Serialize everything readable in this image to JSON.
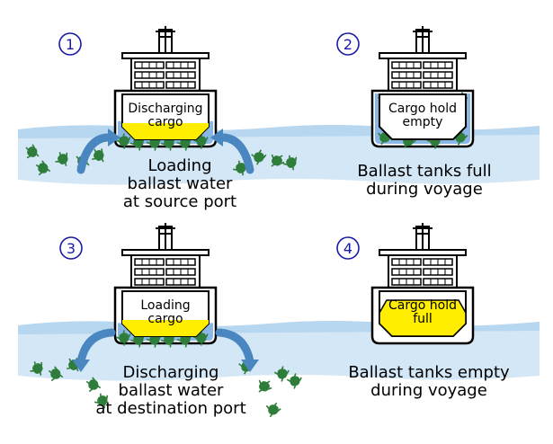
{
  "colors": {
    "water": "#d3e7f6",
    "water_top": "#b7d6f0",
    "ballast": "#8ab8e6",
    "cargo": "#ffee00",
    "organism": "#2e7d3a",
    "arrow": "#4a86bf",
    "step": "#1a1aa6",
    "outline": "#000000"
  },
  "panels": [
    {
      "step": "①",
      "hold_lines": [
        "Discharging",
        "cargo"
      ],
      "caption_lines": [
        "Loading",
        "ballast water",
        "at source port"
      ],
      "ballast": "filling",
      "cargo_level": "low",
      "arrows": "inward"
    },
    {
      "step": "②",
      "hold_lines": [
        "Cargo hold",
        "empty"
      ],
      "caption_lines": [
        "Ballast tanks full",
        "during voyage"
      ],
      "ballast": "full",
      "cargo_level": "empty",
      "arrows": "none"
    },
    {
      "step": "③",
      "hold_lines": [
        "Loading",
        "cargo"
      ],
      "caption_lines": [
        "Discharging",
        "ballast water",
        "at destination port"
      ],
      "ballast": "draining",
      "cargo_level": "low",
      "arrows": "outward"
    },
    {
      "step": "④",
      "hold_lines": [
        "Cargo hold",
        "full"
      ],
      "caption_lines": [
        "Ballast tanks empty",
        "during voyage"
      ],
      "ballast": "empty",
      "cargo_level": "full",
      "arrows": "none"
    }
  ]
}
